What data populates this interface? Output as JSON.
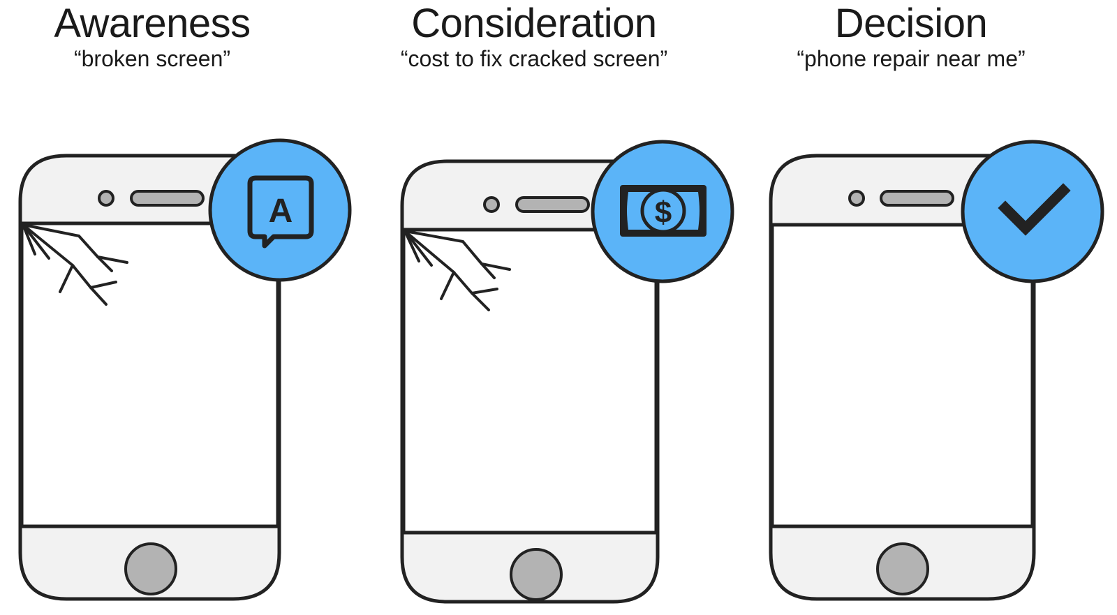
{
  "stages": [
    {
      "title": "Awareness",
      "query": "“broken screen”",
      "badge_icon": "speech-bubble-letter-icon",
      "badge_letter": "A"
    },
    {
      "title": "Consideration",
      "query": "“cost to fix cracked screen”",
      "badge_icon": "dollar-bill-icon",
      "badge_letter": "$"
    },
    {
      "title": "Decision",
      "query": "“phone repair near me”",
      "badge_icon": "checkmark-icon"
    }
  ],
  "colors": {
    "badge_fill": "#5bb4f8",
    "outline": "#222222",
    "bezel": "#f2f2f2",
    "button_grey": "#b3b3b3"
  }
}
